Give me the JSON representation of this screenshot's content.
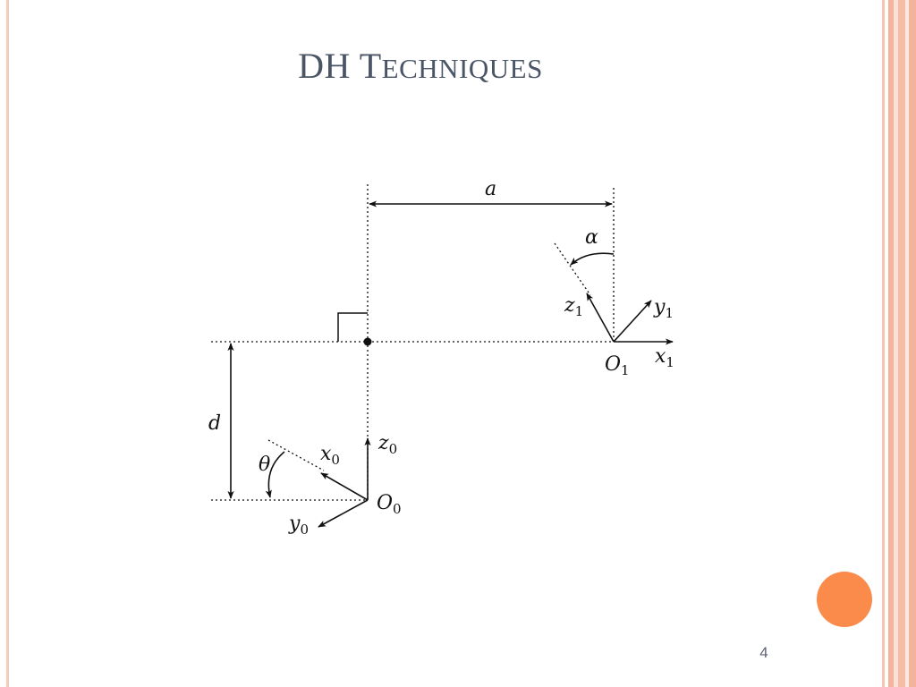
{
  "slide": {
    "title_first": "DH T",
    "title_rest": "ECHNIQUES",
    "page_number": "4"
  },
  "diagram": {
    "labels": {
      "a": "a",
      "alpha": "α",
      "d": "d",
      "theta": "θ",
      "z1": "z",
      "z1_sub": "1",
      "y1": "y",
      "y1_sub": "1",
      "x1": "x",
      "x1_sub": "1",
      "o1": "O",
      "o1_sub": "1",
      "z0": "z",
      "z0_sub": "0",
      "x0": "x",
      "x0_sub": "0",
      "y0": "y",
      "y0_sub": "0",
      "o0": "O",
      "o0_sub": "0"
    }
  },
  "colors": {
    "accent": "#fb8b4a",
    "title": "#4a5566",
    "frame": "#f4b39b"
  }
}
